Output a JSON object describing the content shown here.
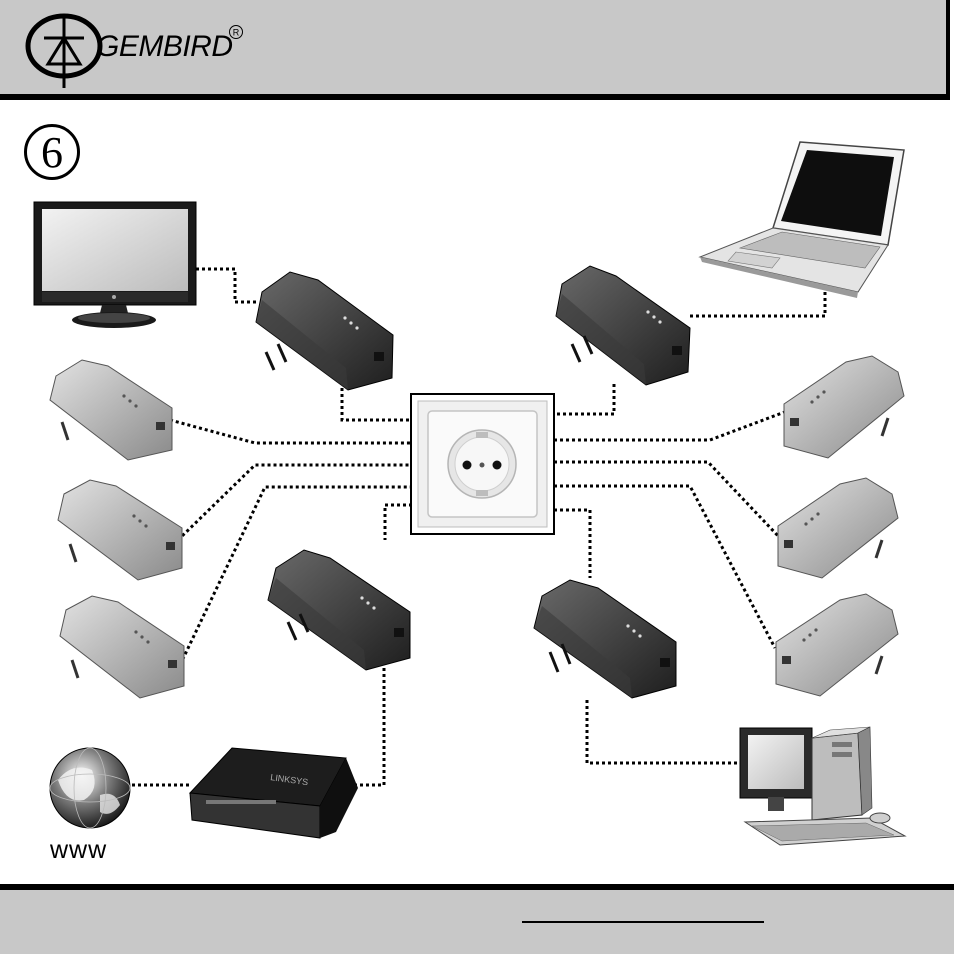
{
  "header": {
    "brand": "GEMBIRD",
    "registered_mark": "R"
  },
  "step_number": "6",
  "internet_label": "www",
  "icons": {
    "logo": "gembird-logo",
    "outlet": "power-outlet-icon",
    "adapter": "powerline-adapter-icon",
    "tv": "tv-monitor-icon",
    "laptop": "laptop-icon",
    "desktop": "desktop-computer-icon",
    "router": "router-icon",
    "globe": "globe-icon"
  },
  "colors": {
    "header_bg": "#c8c8c8",
    "line": "#000000"
  }
}
